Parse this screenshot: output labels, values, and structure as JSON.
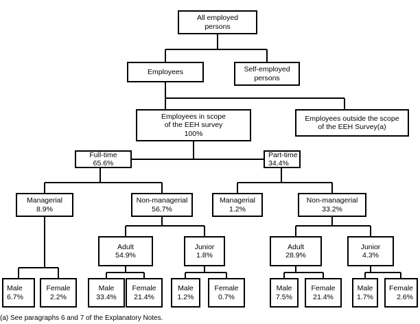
{
  "nodes": {
    "all_employed": {
      "line1": "All employed",
      "line2": "persons"
    },
    "employees": {
      "line1": "Employees"
    },
    "self_employed": {
      "line1": "Self-employed",
      "line2": "persons"
    },
    "in_scope": {
      "line1": "Employees in scope",
      "line2": "of the EEH survey",
      "line3": "100%"
    },
    "outside_scope": {
      "line1": "Employees outside the scope",
      "line2": "of the EEH Survey(a)"
    },
    "full_time": {
      "line1": "Full-time",
      "line2": "65.6%"
    },
    "part_time": {
      "line1": "Part-time",
      "line2": "34.4%"
    },
    "ft_managerial": {
      "line1": "Managerial",
      "line2": "8.9%"
    },
    "ft_non_managerial": {
      "line1": "Non-managerial",
      "line2": "56.7%"
    },
    "pt_managerial": {
      "line1": "Managerial",
      "line2": "1.2%"
    },
    "pt_non_managerial": {
      "line1": "Non-managerial",
      "line2": "33.2%"
    },
    "ft_adult": {
      "line1": "Adult",
      "line2": "54.9%"
    },
    "ft_junior": {
      "line1": "Junior",
      "line2": "1.8%"
    },
    "pt_adult": {
      "line1": "Adult",
      "line2": "28.9%"
    },
    "pt_junior": {
      "line1": "Junior",
      "line2": "4.3%"
    },
    "ft_man_male": {
      "line1": "Male",
      "line2": "6.7%"
    },
    "ft_man_female": {
      "line1": "Female",
      "line2": "2.2%"
    },
    "ft_adult_male": {
      "line1": "Male",
      "line2": "33.4%"
    },
    "ft_adult_female": {
      "line1": "Female",
      "line2": "21.4%"
    },
    "ft_junior_male": {
      "line1": "Male",
      "line2": "1.2%"
    },
    "ft_junior_female": {
      "line1": "Female",
      "line2": "0.7%"
    },
    "pt_adult_male": {
      "line1": "Male",
      "line2": "7.5%"
    },
    "pt_adult_female": {
      "line1": "Female",
      "line2": "21.4%"
    },
    "pt_junior_male": {
      "line1": "Male",
      "line2": "1.7%"
    },
    "pt_junior_female": {
      "line1": "Female",
      "line2": "2.6%"
    }
  },
  "footnote": "(a) See paragraphs 6 and 7 of the Explanatory Notes."
}
